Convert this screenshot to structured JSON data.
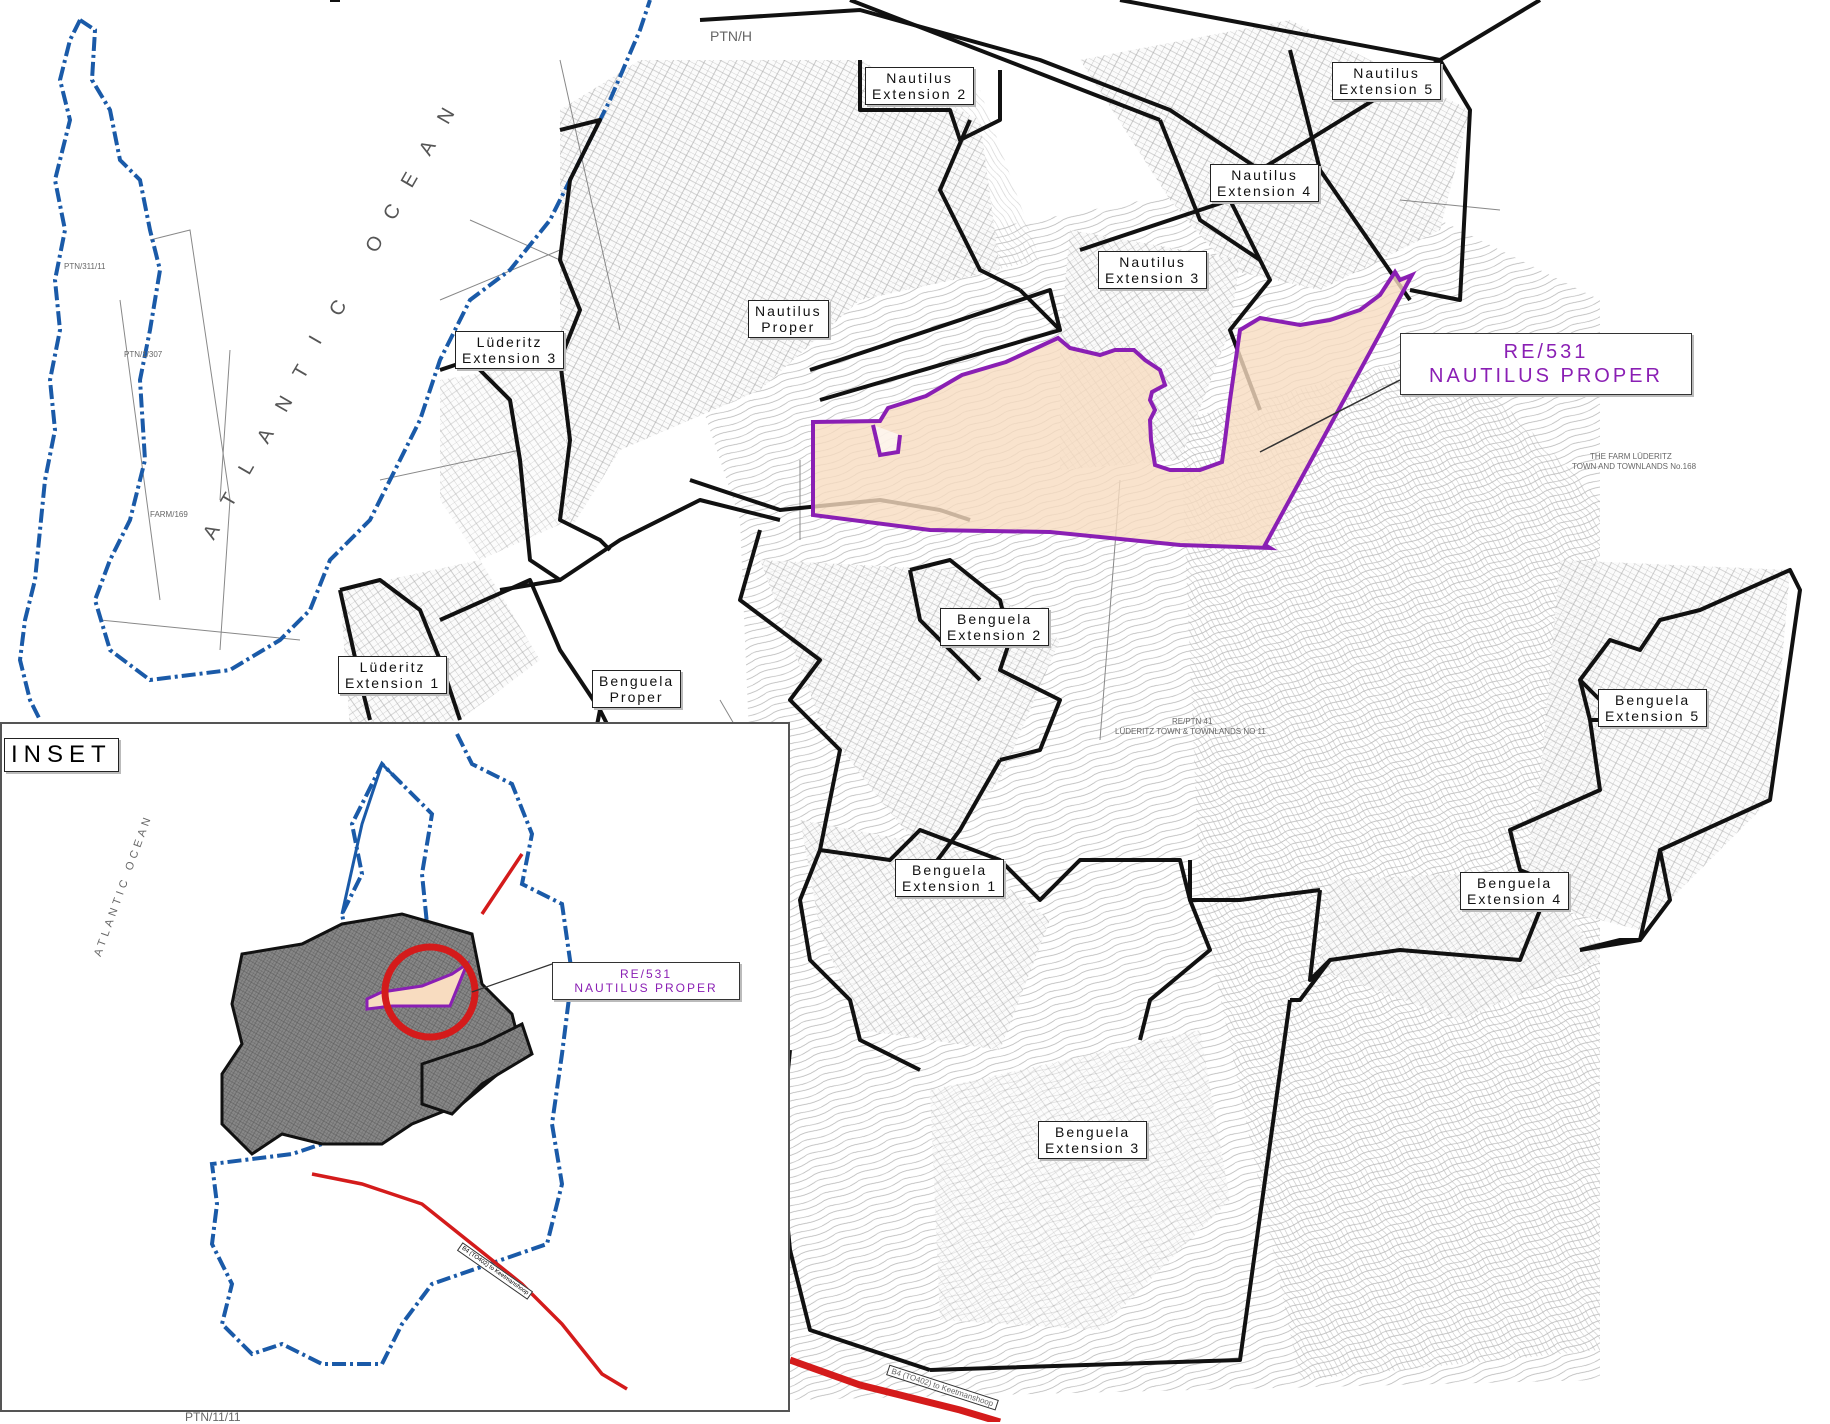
{
  "labels": {
    "nautilus_ext2": [
      "Nautilus",
      "Extension 2"
    ],
    "nautilus_ext5": [
      "Nautilus",
      "Extension 5"
    ],
    "nautilus_ext4": [
      "Nautilus",
      "Extension 4"
    ],
    "nautilus_ext3": [
      "Nautilus",
      "Extension 3"
    ],
    "nautilus_proper": [
      "Nautilus",
      "Proper"
    ],
    "luderitz_ext3": [
      "Lüderitz",
      "Extension 3"
    ],
    "luderitz_ext1": [
      "Lüderitz",
      "Extension 1"
    ],
    "benguela_proper": [
      "Benguela",
      "Proper"
    ],
    "benguela_ext2": [
      "Benguela",
      "Extension 2"
    ],
    "benguela_ext1": [
      "Benguela",
      "Extension 1"
    ],
    "benguela_ext5": [
      "Benguela",
      "Extension 5"
    ],
    "benguela_ext4": [
      "Benguela",
      "Extension 4"
    ],
    "benguela_ext3": [
      "Benguela",
      "Extension 3"
    ]
  },
  "site_callout": {
    "line1": "RE/531",
    "line2": "NAUTILUS PROPER"
  },
  "ocean_letters": [
    "A",
    "T",
    "L",
    "A",
    "N",
    "T",
    "I",
    "C",
    "O",
    "C",
    "E",
    "A",
    "N"
  ],
  "parcel_texts": {
    "farm_luderitz": "THE FARM LÜDERITZ",
    "town_townlands_168": "TOWN AND TOWNLANDS No.168",
    "re_ptn_41": "RE/PTN 41",
    "luderitz_town_11": "LÜDERITZ TOWN & TOWNLANDS NO 11",
    "ptn_311": "PTN/311/11",
    "ptn_1307": "PTN/1/307",
    "farm_169": "FARM/169",
    "ptn_h": "PTN/H",
    "ptn_bottom": "PTN/11/11",
    "road_label": "B4 (TO402) to Keetmanshoop"
  },
  "inset": {
    "title": "INSET",
    "ocean": "ATLANTIC OCEAN",
    "callout_line1": "RE/531",
    "callout_line2": "NAUTILUS PROPER",
    "road_label": "B4 (TO402) to Keetmanshoop"
  },
  "colors": {
    "boundary": "#111111",
    "site_outline": "#8a1fb4",
    "site_fill": "#f8dcc0",
    "coast_blue": "#1a5aa8",
    "road_red": "#d41b1b",
    "contour": "#9a9a9a"
  }
}
